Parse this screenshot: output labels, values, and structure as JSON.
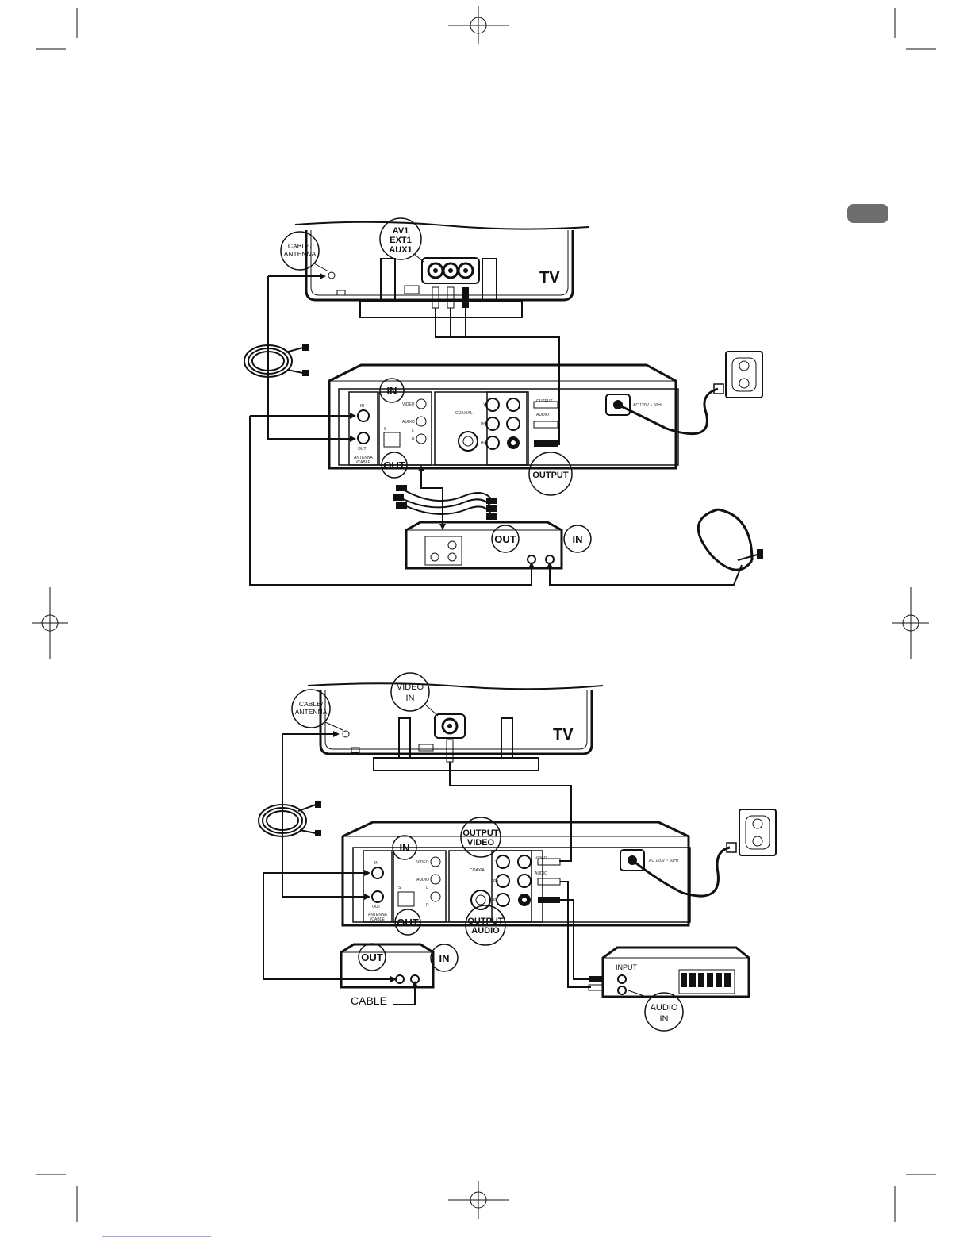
{
  "diagram1": {
    "tv_label": "TV",
    "input_labels": [
      "AV1",
      "EXT1",
      "AUX1"
    ],
    "cable_antenna": [
      "CABLE/",
      "ANTENNA"
    ],
    "in": "IN",
    "out": "OUT",
    "output": "OUTPUT",
    "box_out": "OUT",
    "box_in": "IN",
    "panel": {
      "video": "VIDEO",
      "audio": "AUDIO",
      "r": "R",
      "coaxial": "COAXIAL",
      "antenna_cable": [
        "ANTENNA",
        "/CABLE"
      ],
      "ac": "AC 120V ~ 60Hz",
      "port_in": "IN",
      "port_out": "OUT",
      "s": "S",
      "y": "Y",
      "pb": "Pb",
      "pr": "Pr",
      "l": "L",
      "output_small": "OUTPUT"
    }
  },
  "diagram2": {
    "tv_label": "TV",
    "video_in": [
      "VIDEO",
      "IN"
    ],
    "cable_antenna": [
      "CABLE/",
      "ANTENNA"
    ],
    "in": "IN",
    "out": "OUT",
    "output_video": [
      "OUTPUT",
      "VIDEO"
    ],
    "output_audio": [
      "OUTPUT",
      "AUDIO"
    ],
    "box_out": "OUT",
    "box_in": "IN",
    "cable": "CABLE",
    "input": "INPUT",
    "audio_in": [
      "AUDIO",
      "IN"
    ],
    "panel": {
      "video": "VIDEO",
      "audio": "AUDIO",
      "r": "R",
      "coaxial": "COAXIAL",
      "antenna_cable": [
        "ANTENNA",
        "/CABLE"
      ],
      "ac": "AC 120V ~ 60Hz",
      "port_in": "IN",
      "port_out": "OUT",
      "s": "S",
      "y": "Y",
      "pb": "Pb",
      "pr": "Pr",
      "l": "L"
    }
  },
  "colors": {
    "line": "#111111",
    "tab": "#6e6e6e",
    "fill_gray": "#d9d9d9"
  }
}
